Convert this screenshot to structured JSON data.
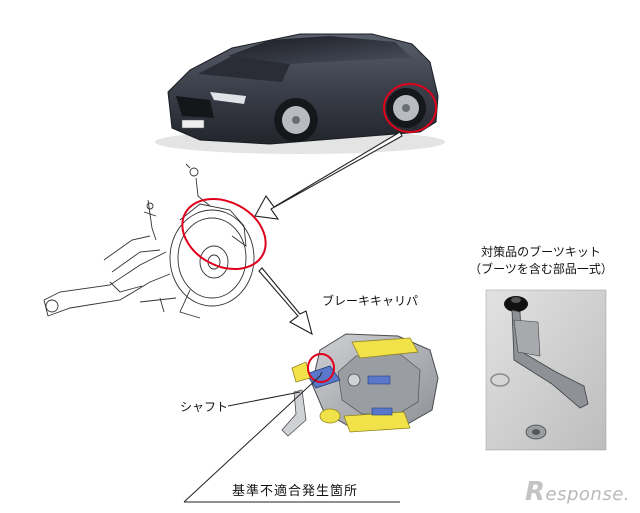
{
  "labels": {
    "kit_title_line1": "対策品のブーツキット",
    "kit_title_line2": "（ブーツを含む部品一式）",
    "caliper": "ブレーキキャリパ",
    "shaft": "シャフト",
    "issue_location": "基準不適合発生箇所"
  },
  "watermark": {
    "initial": "R",
    "rest": "esponse."
  },
  "colors": {
    "highlight_circle": "#e0001b",
    "car_body": "#3b3f4a",
    "caliper_body": "#a9acb0",
    "caliper_yellow": "#f2e24a",
    "photo_bg": "#cfcfcf"
  }
}
